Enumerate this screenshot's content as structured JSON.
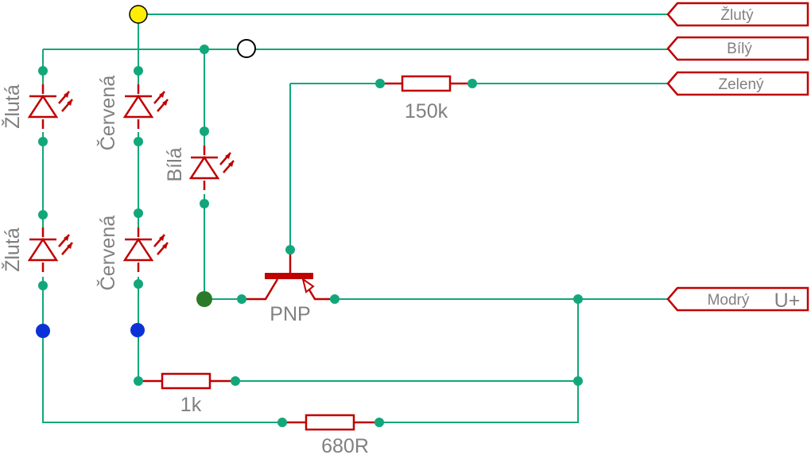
{
  "connectors": {
    "yellow": "Žlutý",
    "white": "Bílý",
    "green": "Zelený",
    "blue": "Modrý",
    "blue_voltage": "U+"
  },
  "leds": {
    "yellow_top": "Žlutá",
    "yellow_bottom": "Žlutá",
    "red_top": "Červená",
    "red_bottom": "Červená",
    "white": "Bílá"
  },
  "resistors": {
    "r150k": "150k",
    "r1k": "1k",
    "r680": "680R"
  },
  "transistor": {
    "label": "PNP"
  },
  "colors": {
    "wire": "#12a77a",
    "component": "#c00000",
    "label": "#808080",
    "node_yellow": "#ffee00",
    "node_white": "#ffffff",
    "node_blue": "#0b32d6",
    "node_green": "#2a7a2a"
  }
}
